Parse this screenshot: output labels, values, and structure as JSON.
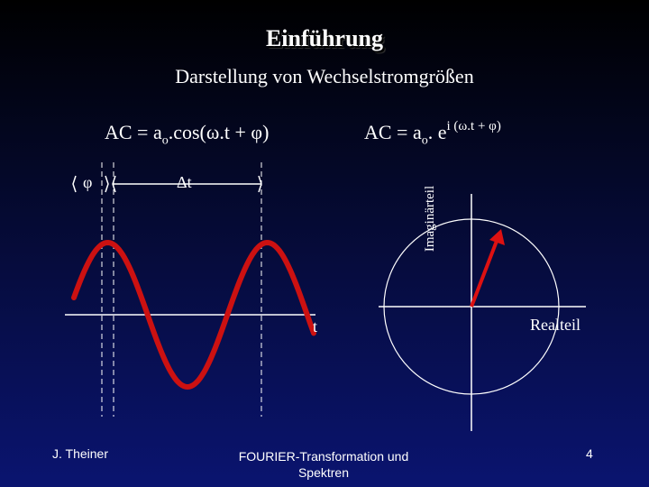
{
  "title": "Einführung",
  "subtitle": "Darstellung von Wechselstromgrößen",
  "formula_left": {
    "prefix": "AC = a",
    "subscript": "o",
    "suffix": ".cos(ω.t + φ)"
  },
  "formula_right": {
    "prefix": "AC = a",
    "subscript": "o",
    "middle": ". e",
    "exponent": "i (ω.t + φ)"
  },
  "labels": {
    "phi": "φ",
    "delta_t": "Δt",
    "time_axis": "t",
    "imag_axis": "Imaginärteil",
    "real_axis": "Realteil"
  },
  "colors": {
    "wave": "#cc1111",
    "phasor": "#dd1111",
    "axis": "#ffffff"
  },
  "footer": {
    "author": "J. Theiner",
    "center_line1": "FOURIER-Transformation und",
    "center_line2": "Spektren",
    "page": "4"
  }
}
